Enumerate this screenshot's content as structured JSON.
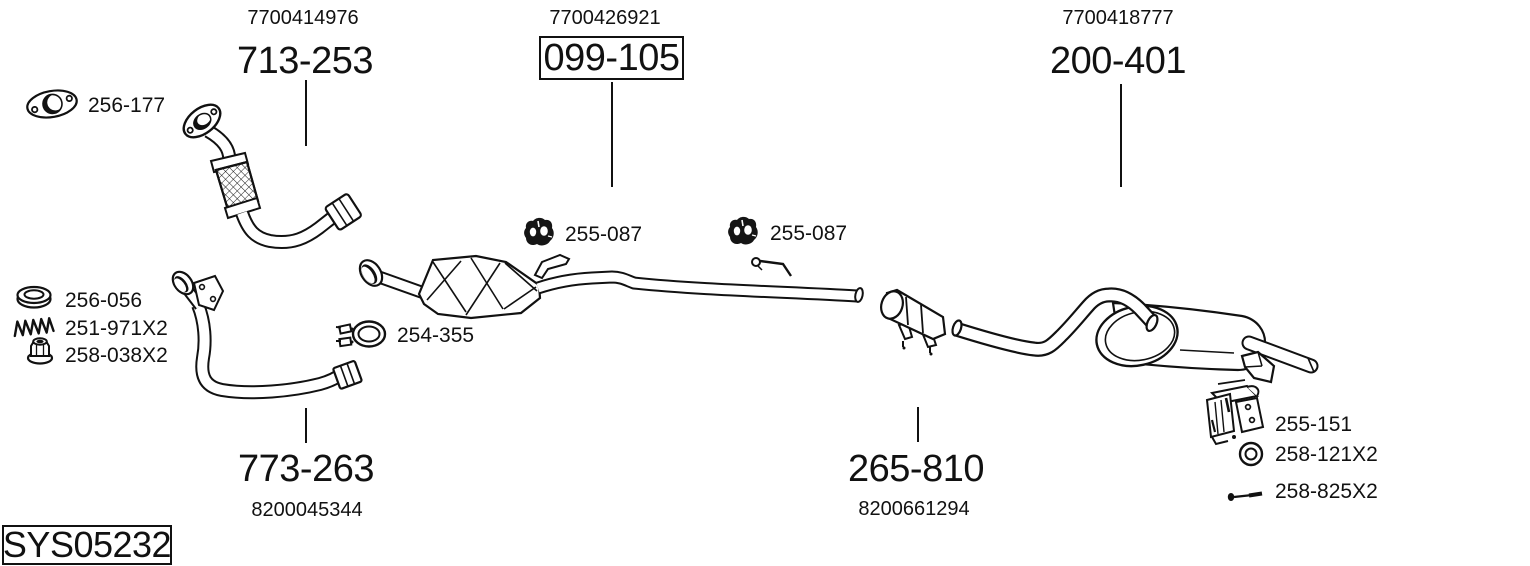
{
  "system_code": "SYS05232",
  "assemblies": {
    "front_pipe": {
      "oem": "7700414976",
      "code": "713-253"
    },
    "center_silencer": {
      "oem": "7700426921",
      "code": "099-105"
    },
    "rear_silencer": {
      "oem": "7700418777",
      "code": "200-401"
    },
    "down_pipe": {
      "oem": "8200045344",
      "code": "773-263"
    },
    "coupling": {
      "oem": "8200661294",
      "code": "265-810"
    }
  },
  "fittings": {
    "gasket": "256-177",
    "seal_ring": "256-056",
    "spring": "251-971X2",
    "nut": "258-038X2",
    "clamp": "254-355",
    "hanger_front": "255-087",
    "hanger_rear": "255-087",
    "bracket": "255-151",
    "washer": "258-121X2",
    "bolt": "258-825X2"
  },
  "colors": {
    "ink": "#111111",
    "background": "#ffffff"
  }
}
